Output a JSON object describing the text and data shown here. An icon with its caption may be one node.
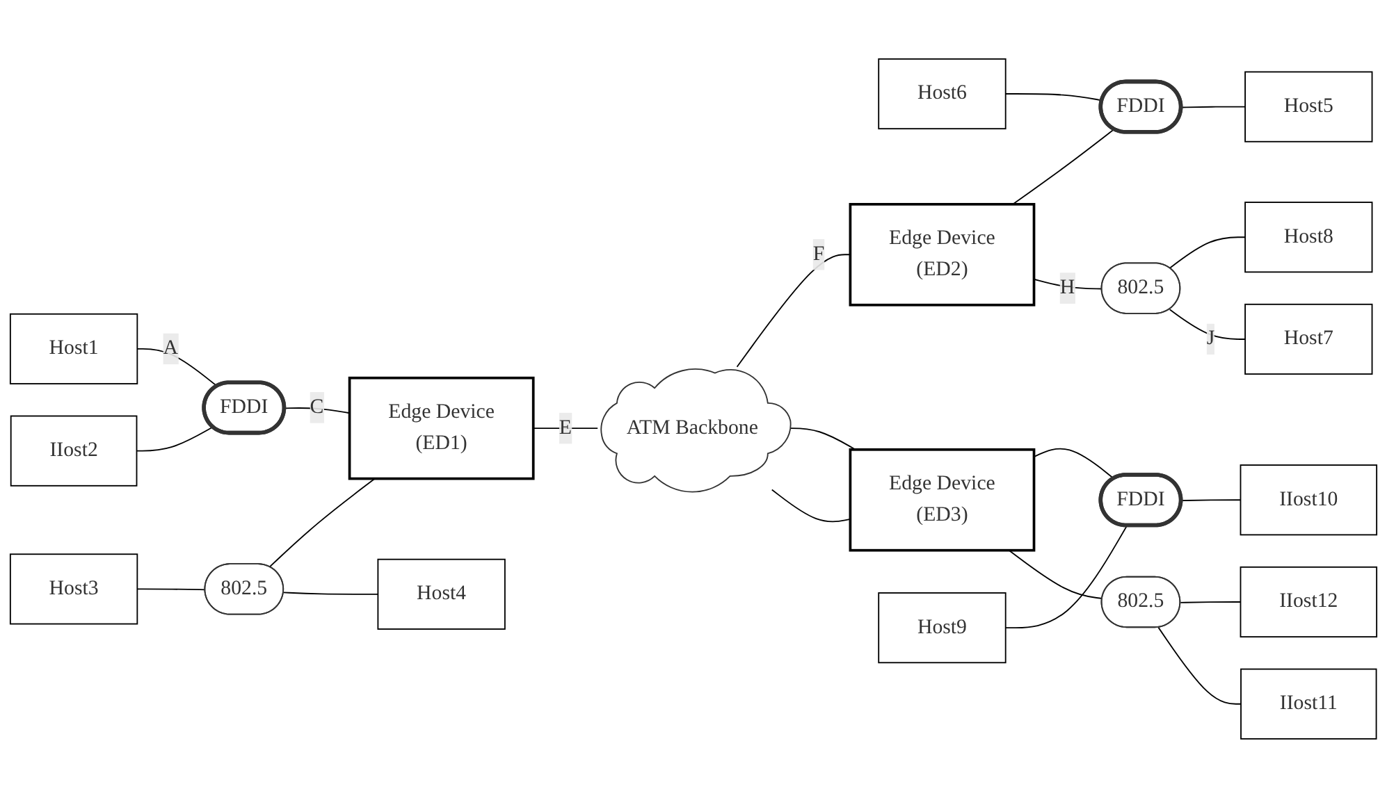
{
  "diagram": {
    "nodes": [
      {
        "text": [
          "Host1"
        ]
      },
      {
        "text": [
          "IIost2"
        ]
      },
      {
        "text": [
          "FDDI"
        ]
      },
      {
        "text": [
          "Host3"
        ]
      },
      {
        "text": [
          "802.5"
        ]
      },
      {
        "text": [
          "Host4"
        ]
      },
      {
        "text": [
          "Edge Device",
          "(ED1)"
        ]
      },
      {
        "text": [
          "ATM Backbone"
        ]
      },
      {
        "text": [
          "Host6"
        ]
      },
      {
        "text": [
          "Edge Device",
          "(ED2)"
        ]
      },
      {
        "text": [
          "FDDI"
        ]
      },
      {
        "text": [
          "Host5"
        ]
      },
      {
        "text": [
          "802.5"
        ]
      },
      {
        "text": [
          "Host8"
        ]
      },
      {
        "text": [
          "Host7"
        ]
      },
      {
        "text": [
          "Edge Device",
          "(ED3)"
        ]
      },
      {
        "text": [
          "Host9"
        ]
      },
      {
        "text": [
          "FDDI"
        ]
      },
      {
        "text": [
          "802.5"
        ]
      },
      {
        "text": [
          "IIost12"
        ]
      },
      {
        "text": [
          "IIost10"
        ]
      },
      {
        "text": [
          "IIost11"
        ]
      }
    ],
    "edges": [
      {
        "from": 0,
        "to": 2,
        "arrow": "none",
        "label": "A"
      },
      {
        "from": 1,
        "to": 2,
        "arrow": "none"
      },
      {
        "from": 2,
        "to": 6,
        "arrow": "none",
        "label": "C"
      },
      {
        "from": 3,
        "to": 4,
        "arrow": "none"
      },
      {
        "from": 4,
        "to": 6,
        "arrow": "none"
      },
      {
        "from": 4,
        "to": 5,
        "arrow": "none"
      },
      {
        "from": 6,
        "to": 7,
        "arrow": "none",
        "label": "E"
      },
      {
        "from": 7,
        "to": 9,
        "arrow": "none",
        "label": "F"
      },
      {
        "from": 8,
        "to": 10,
        "arrow": "none"
      },
      {
        "from": 9,
        "to": 10,
        "arrow": "none"
      },
      {
        "from": 10,
        "to": 11,
        "arrow": "none"
      },
      {
        "from": 9,
        "to": 12,
        "arrow": "none",
        "label": "H"
      },
      {
        "from": 12,
        "to": 13,
        "arrow": "none"
      },
      {
        "from": 12,
        "to": 14,
        "arrow": "none",
        "label": "J"
      },
      {
        "from": 7,
        "to": 15,
        "arrow": "none"
      },
      {
        "from": 7,
        "to": 15,
        "arrow": "none"
      },
      {
        "from": 15,
        "to": 17,
        "arrow": "none"
      },
      {
        "from": 16,
        "to": 17,
        "arrow": "none"
      },
      {
        "from": 17,
        "to": 20,
        "arrow": "none"
      },
      {
        "from": 15,
        "to": 18,
        "arrow": "none"
      },
      {
        "from": 18,
        "to": 19,
        "arrow": "none"
      },
      {
        "from": 18,
        "to": 21,
        "arrow": "none"
      }
    ]
  }
}
